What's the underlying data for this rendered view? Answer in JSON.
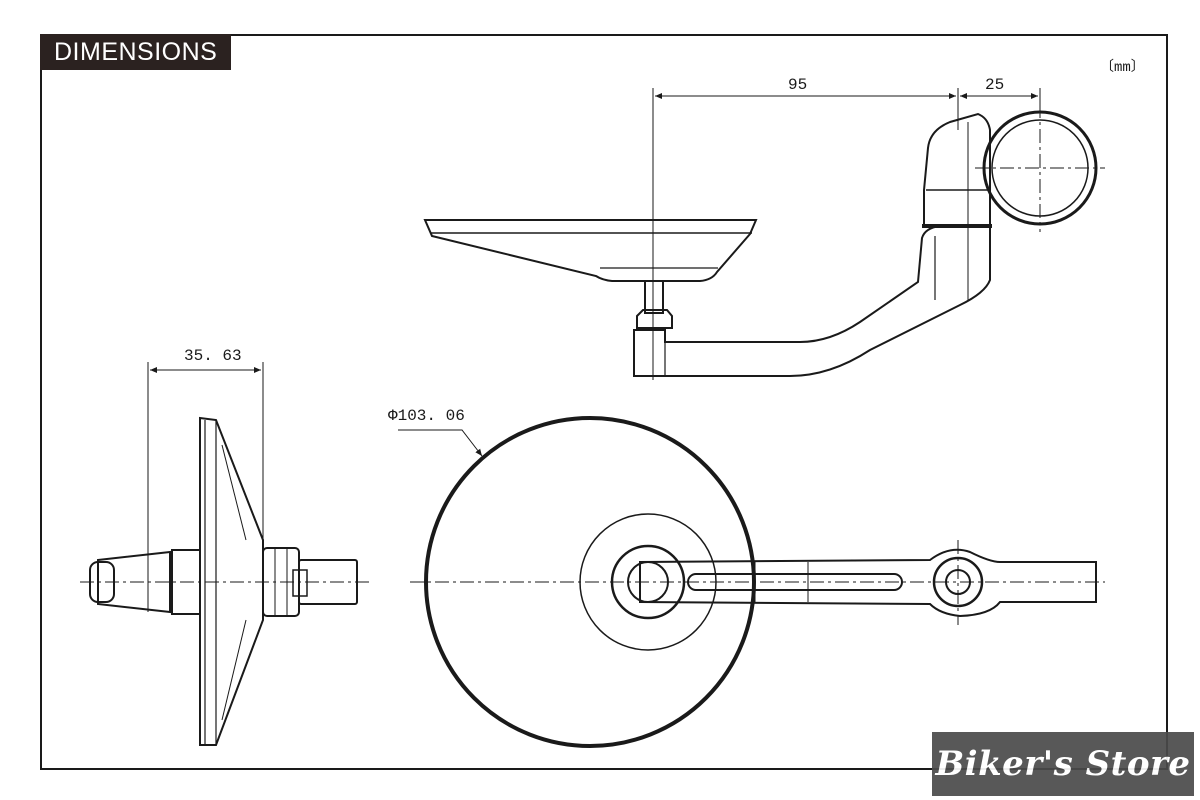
{
  "header": {
    "title": "DIMENSIONS",
    "unit": "〔mm〕"
  },
  "dimensions": {
    "arm_reach": "95",
    "clamp_offset": "25",
    "side_depth": "35. 63",
    "mirror_diameter": "Φ103. 06"
  },
  "watermark": {
    "text": "Biker's Store"
  },
  "colors": {
    "line": "#1a1a1a",
    "badge": "#2b2220",
    "watermark": "#4a4a4a"
  }
}
